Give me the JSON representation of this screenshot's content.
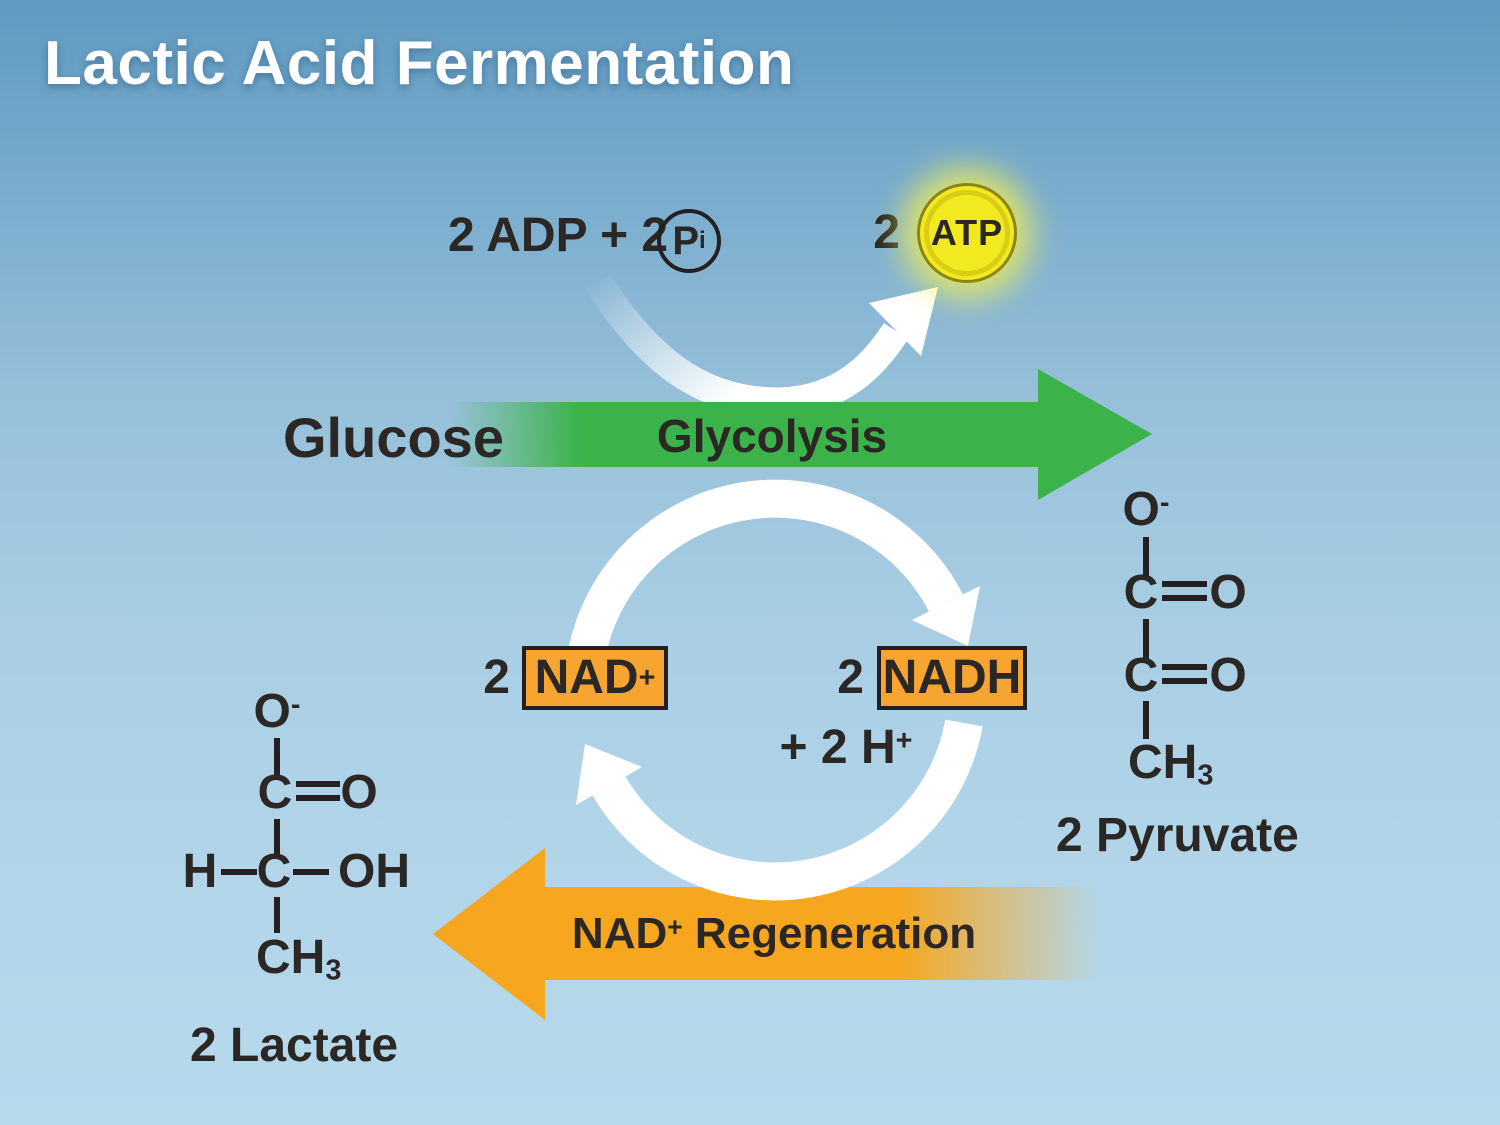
{
  "title": "Lactic Acid Fermentation",
  "colors": {
    "background_top": "#5f9ac0",
    "background_bottom": "#b7d9ec",
    "green_arrow": "#3bb24a",
    "orange_arrow": "#f6a71f",
    "box_orange": "#f5a530",
    "atp_yellow": "#f2ea20",
    "atp_ring": "#d9cd15",
    "atp_outline": "#8d8412",
    "text_dark": "#2b2725",
    "white": "#ffffff"
  },
  "top_reaction": {
    "adp_text": "2 ADP + 2",
    "pi_base": "P",
    "pi_sub": "i",
    "atp_count": "2",
    "atp_label": "ATP"
  },
  "glycolysis": {
    "input_label": "Glucose",
    "arrow_label": "Glycolysis"
  },
  "cycle": {
    "nad_count": "2",
    "nad_base": "NAD",
    "nad_sup": "+",
    "nadh_count": "2",
    "nadh_label": "NADH",
    "h_prefix": "+ 2 H",
    "h_sup": "+"
  },
  "regeneration": {
    "base": "NAD",
    "sup": "+",
    "rest": " Regeneration"
  },
  "pyruvate": {
    "label": "2 Pyruvate",
    "o_minus_base": "O",
    "o_minus_sup": "-",
    "c1": "C",
    "o1": "O",
    "c2": "C",
    "o2": "O",
    "ch_base": "CH",
    "ch_sub": "3"
  },
  "lactate": {
    "label": "2 Lactate",
    "o_minus_base": "O",
    "o_minus_sup": "-",
    "c1": "C",
    "o1": "O",
    "h": "H",
    "c2": "C",
    "oh": "OH",
    "ch_base": "CH",
    "ch_sub": "3"
  }
}
